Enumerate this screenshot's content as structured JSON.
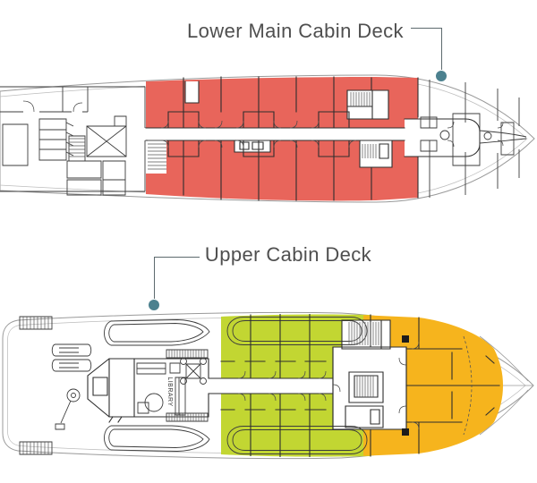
{
  "labels": {
    "lower": {
      "text": "Lower Main Cabin Deck"
    },
    "upper": {
      "text": "Upper Cabin Deck"
    }
  },
  "plan_upper_deck": {
    "library_label": "LIBRARY"
  },
  "colors": {
    "red_cabins": "#E8655B",
    "green_cabins": "#C2D632",
    "orange_cabins": "#F6B41D",
    "teal_dot": "#4C818F",
    "label_text": "#4f4f4f",
    "wall_line": "#2e2e2e",
    "hull_line": "#9a9a9a"
  }
}
